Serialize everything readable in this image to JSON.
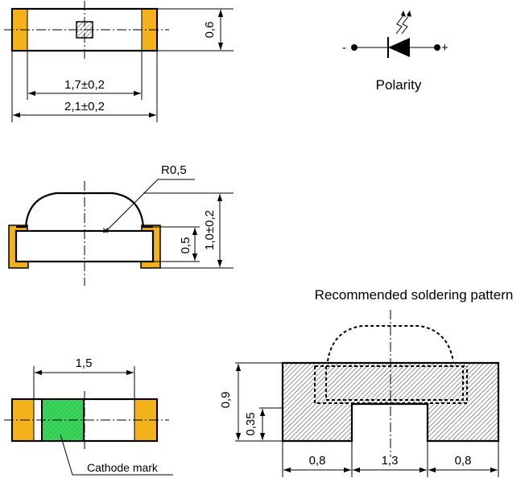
{
  "colors": {
    "pad": "#f3b21b",
    "chip": "#39d65a",
    "line": "#000000"
  },
  "icons": {
    "led_symbol": "diode-icon",
    "emission": "light-arrows-icon"
  },
  "top_view": {
    "dim_height": "0,6",
    "dim_inner": "1,7±0,2",
    "dim_outer": "2,1±0,2"
  },
  "polarity": {
    "minus": "-",
    "plus": "+",
    "caption": "Polarity"
  },
  "side_view": {
    "radius": "R0,5",
    "dim_body": "0,5",
    "dim_total": "1,0±0,2"
  },
  "bottom_view": {
    "dim_width": "1,5",
    "cathode_label": "Cathode mark"
  },
  "soldering": {
    "title": "Recommended soldering pattern",
    "dim_height": "0,9",
    "dim_step": "0,35",
    "dim_left": "0,8",
    "dim_gap": "1,3",
    "dim_right": "0,8"
  }
}
